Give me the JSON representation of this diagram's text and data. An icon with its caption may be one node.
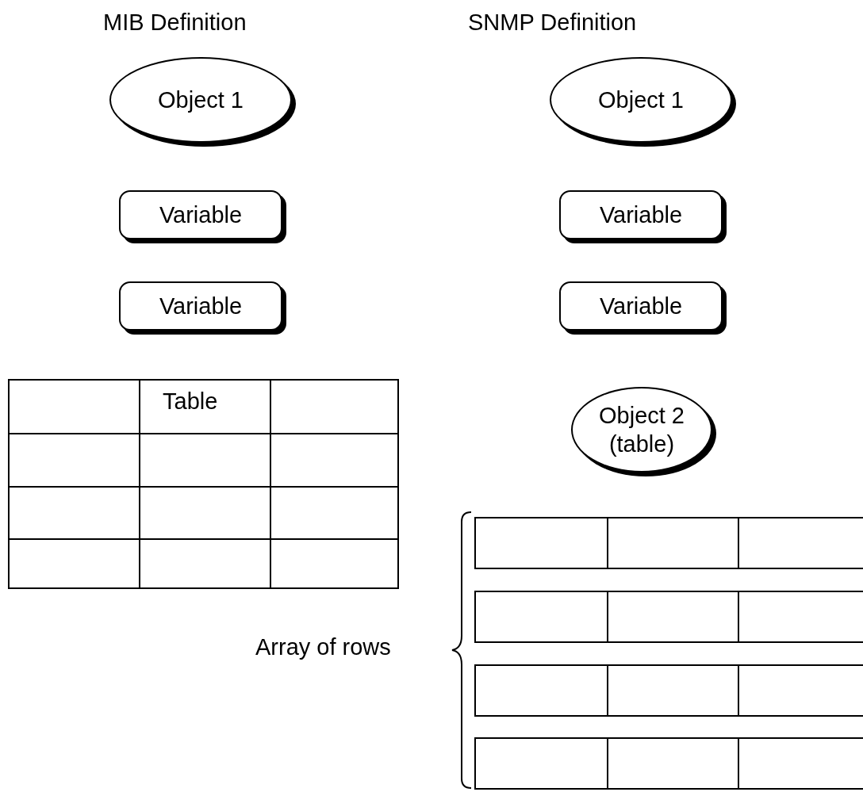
{
  "diagram": {
    "nodes": [
      {
        "text": [
          "Object 1"
        ]
      },
      {
        "text": [
          "Variable"
        ]
      },
      {
        "text": [
          "Variable"
        ]
      },
      {
        "text": [
          "Table"
        ]
      },
      {
        "text": [
          "Object 1"
        ]
      },
      {
        "text": [
          "Variable"
        ]
      },
      {
        "text": [
          "Variable"
        ]
      },
      {
        "text": [
          "Object 2 (table)"
        ]
      },
      {
        "text": [],
        "shape": "box"
      },
      {
        "text": [],
        "shape": "box"
      },
      {
        "text": [],
        "shape": "box"
      },
      {
        "text": [],
        "shape": "box"
      }
    ],
    "edges": [],
    "labels": [
      "MIB Definition",
      "SNMP Definition",
      "Array of rows"
    ]
  }
}
